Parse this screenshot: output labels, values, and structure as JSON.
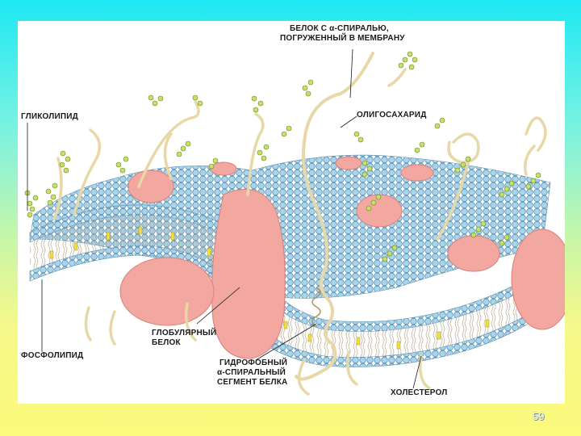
{
  "labels": {
    "helix_protein_line1": "БЕЛОК С α-СПИРАЛЬЮ,",
    "helix_protein_line2": "ПОГРУЖЕННЫЙ В МЕМБРАНУ",
    "glycolipid": "ГЛИКОЛИПИД",
    "oligosaccharide": "ОЛИГОСАХАРИД",
    "phospholipid": "ФОСФОЛИПИД",
    "globular_protein_line1": "ГЛОБУЛЯРНЫЙ",
    "globular_protein_line2": "БЕЛОК",
    "hydrophobic_line1": "ГИДРОФОБНЫЙ",
    "hydrophobic_line2": "α-СПИРАЛЬНЫЙ",
    "hydrophobic_line3": "СЕГМЕНТ БЕЛКА",
    "cholesterol": "ХОЛЕСТЕРОЛ"
  },
  "page_number": "59",
  "colors": {
    "lipid_head": "#a8d4ec",
    "lipid_head_stroke": "#5a8fb0",
    "protein": "#f2a8a0",
    "protein_stroke": "#d8807a",
    "chain": "#e8d8a8",
    "sugar": "#c8e068",
    "cholesterol": "#f0e040"
  }
}
